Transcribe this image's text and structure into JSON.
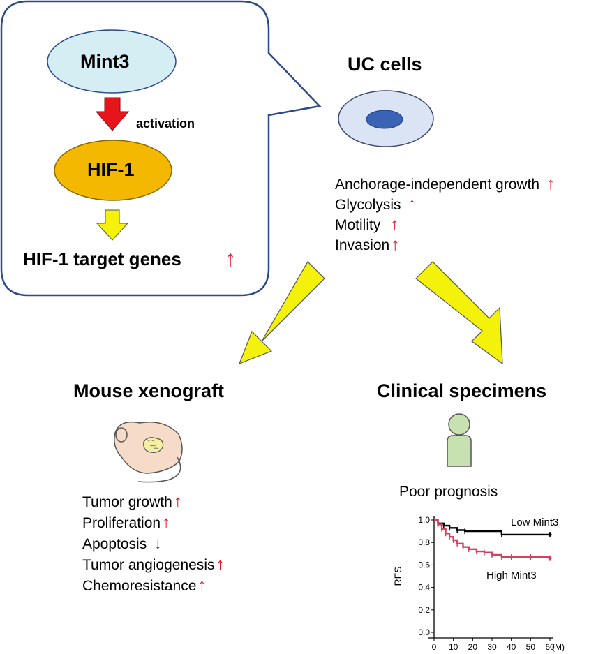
{
  "mechanism": {
    "mint3_label": "Mint3",
    "activation_label": "activation",
    "hif1_label": "HIF-1",
    "target_genes_label": "HIF-1 target genes"
  },
  "uc_cells": {
    "title": "UC cells",
    "effects": [
      {
        "label": "Anchorage-independent growth",
        "direction": "up"
      },
      {
        "label": "Glycolysis",
        "direction": "up"
      },
      {
        "label": "Motility",
        "direction": "up"
      },
      {
        "label": "Invasion",
        "direction": "up"
      }
    ]
  },
  "xenograft": {
    "title": "Mouse xenograft",
    "effects": [
      {
        "label": "Tumor growth",
        "direction": "up"
      },
      {
        "label": "Proliferation",
        "direction": "up"
      },
      {
        "label": "Apoptosis",
        "direction": "down"
      },
      {
        "label": "Tumor angiogenesis",
        "direction": "up"
      },
      {
        "label": "Chemoresistance",
        "direction": "up"
      }
    ]
  },
  "clinical": {
    "title": "Clinical specimens",
    "prognosis_label": "Poor prognosis"
  },
  "colors": {
    "mint3_fill": "#d4eef4",
    "hif1_fill": "#f5b800",
    "cell_outer": "#dbe4f4",
    "cell_nucleus": "#3a62b5",
    "arrow_yellow": "#f4f20a",
    "arrow_red": "#e8141c",
    "arrow_blue": "#2b4aa8",
    "bubble_border": "#2a4a8c",
    "low_series": "#000000",
    "high_series": "#d84060",
    "person_fill": "#c7e1b0"
  },
  "chart_data": {
    "type": "line",
    "title": "",
    "xlabel": "",
    "x_unit": "(M)",
    "ylabel": "RFS",
    "xlim": [
      0,
      60
    ],
    "ylim": [
      0,
      1.0
    ],
    "x_ticks": [
      "0",
      "10",
      "20",
      "30",
      "40",
      "50",
      "60"
    ],
    "y_ticks": [
      "0.0",
      "0.2",
      "0.4",
      "0.6",
      "0.8",
      "1.0"
    ],
    "series": [
      {
        "name": "Low Mint3",
        "x": [
          0,
          2,
          5,
          8,
          12,
          16,
          35,
          60
        ],
        "y": [
          1.0,
          0.97,
          0.95,
          0.93,
          0.91,
          0.9,
          0.87,
          0.87
        ]
      },
      {
        "name": "High Mint3",
        "x": [
          0,
          2,
          4,
          6,
          8,
          10,
          12,
          15,
          18,
          22,
          26,
          30,
          35,
          40,
          50,
          60
        ],
        "y": [
          1.0,
          0.96,
          0.92,
          0.88,
          0.85,
          0.82,
          0.79,
          0.76,
          0.74,
          0.72,
          0.71,
          0.69,
          0.67,
          0.67,
          0.67,
          0.66
        ]
      }
    ]
  }
}
